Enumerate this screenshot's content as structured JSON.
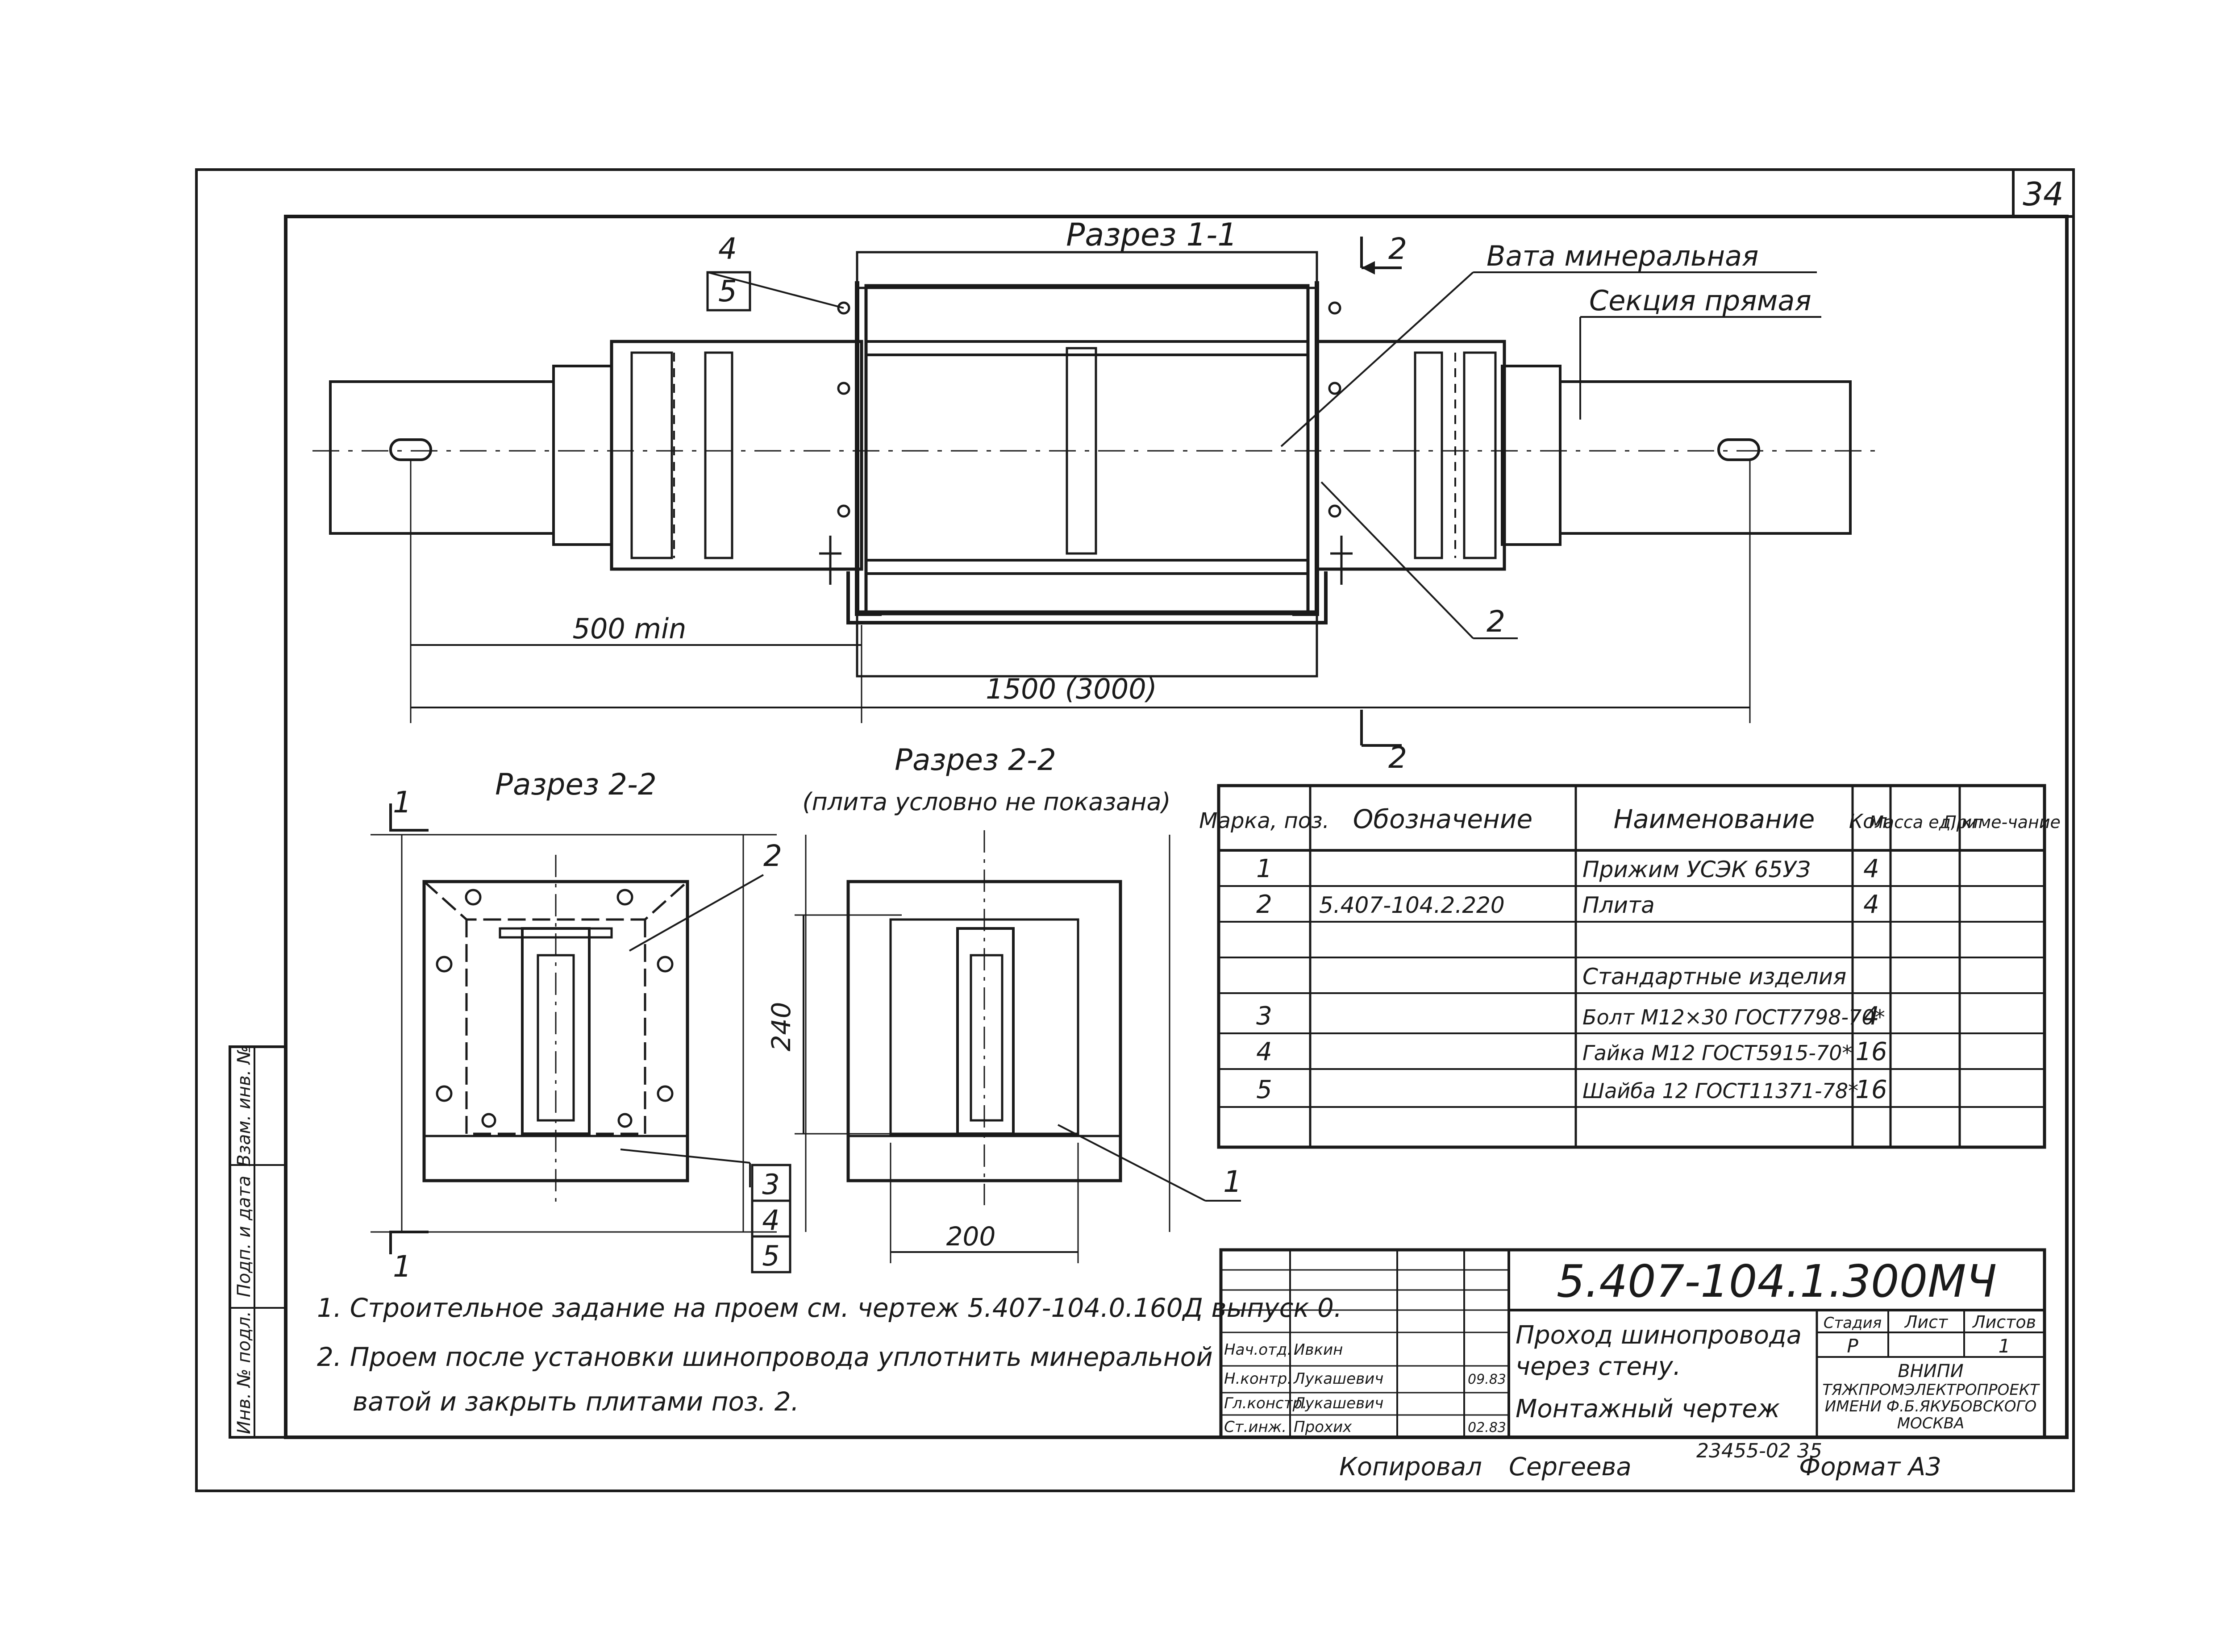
{
  "sheet_number": "34",
  "section_1_1": {
    "title": "Разрез 1-1",
    "callout_pos_top": "4",
    "callout_pos_bottom": "5",
    "label_mineral_wool": "Вата минеральная",
    "label_straight_section": "Секция прямая",
    "cut_mark": "2",
    "slab_mark": "2",
    "dim_500": "500 min",
    "dim_1500": "1500 (3000)"
  },
  "section_2_2_left": {
    "title": "Разрез 2-2",
    "cut_mark": "1",
    "slab_mark": "2"
  },
  "section_2_2_right": {
    "title": "Разрез 2-2",
    "subtitle": "(плита условно не показана)",
    "dim_240": "240",
    "dim_200": "200",
    "clamp_mark": "1"
  },
  "callouts_left": [
    "3",
    "4",
    "5"
  ],
  "spec_table": {
    "headers": [
      "Марка, поз.",
      "Обозначение",
      "Наименование",
      "Кол.",
      "Масса ед, кг",
      "Приме-чание"
    ],
    "rows": [
      {
        "pos": "1",
        "designation": "",
        "name": "Прижим УСЭК 65УЗ",
        "qty": "4",
        "mass": "",
        "note": ""
      },
      {
        "pos": "2",
        "designation": "5.407-104.2.220",
        "name": "Плита",
        "qty": "4",
        "mass": "",
        "note": ""
      },
      {
        "pos": "",
        "designation": "",
        "name": "",
        "qty": "",
        "mass": "",
        "note": ""
      },
      {
        "pos": "",
        "designation": "",
        "name": "Стандартные изделия",
        "qty": "",
        "mass": "",
        "note": ""
      },
      {
        "pos": "3",
        "designation": "",
        "name": "Болт М12×30 ГОСТ7798-70*",
        "qty": "4",
        "mass": "",
        "note": ""
      },
      {
        "pos": "4",
        "designation": "",
        "name": "Гайка М12 ГОСТ5915-70*",
        "qty": "16",
        "mass": "",
        "note": ""
      },
      {
        "pos": "5",
        "designation": "",
        "name": "Шайба 12 ГОСТ11371-78*",
        "qty": "16",
        "mass": "",
        "note": ""
      },
      {
        "pos": "",
        "designation": "",
        "name": "",
        "qty": "",
        "mass": "",
        "note": ""
      }
    ]
  },
  "notes": [
    "1. Строительное задание на проем см. чертеж 5.407-104.0.160Д выпуск 0.",
    "2. Проем после установки шинопровода уплотнить минеральной",
    "ватой и закрыть плитами поз. 2."
  ],
  "side_stamp": [
    "Инв. № подл.",
    "Подп. и дата",
    "Взам. инв. №"
  ],
  "title_block": {
    "code": "5.407-104.1.300МЧ",
    "title_line1": "Проход шинопровода",
    "title_line2": "через стену.",
    "title_line3": "Монтажный чертеж",
    "stage_label": "Стадия",
    "sheet_label": "Лист",
    "sheets_label": "Листов",
    "stage": "Р",
    "sheets": "1",
    "org_line1": "ВНИПИ",
    "org_line2": "ТЯЖПРОМЭЛЕКТРОПРОЕКТ",
    "org_line3": "ИМЕНИ Ф.Б.ЯКУБОВСКОГО",
    "org_line4": "МОСКВА",
    "signers": [
      {
        "role": "Нач.отд.",
        "name": "Ивкин",
        "date": ""
      },
      {
        "role": "Н.контр.",
        "name": "Лукашевич",
        "date": "09.83"
      },
      {
        "role": "Гл.констр.",
        "name": "Лукашевич",
        "date": ""
      },
      {
        "role": "Ст.инж.",
        "name": "Прохих",
        "date": "02.83"
      }
    ]
  },
  "footer": {
    "archive_no": "23455-02 35",
    "copied": "Копировал",
    "copier": "Сергеева",
    "format": "Формат А3"
  }
}
